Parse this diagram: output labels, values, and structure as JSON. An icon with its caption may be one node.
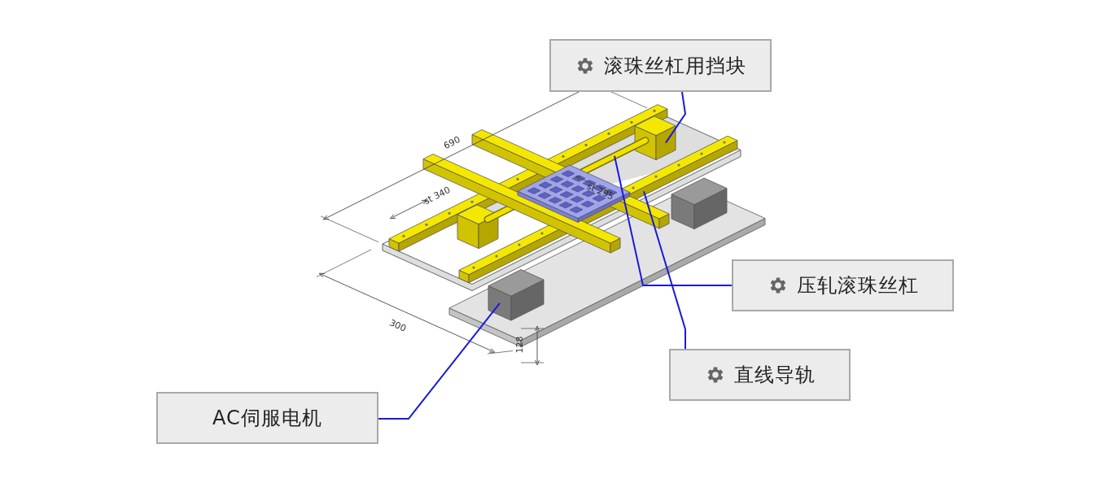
{
  "diagram": {
    "nodes": [
      {
        "text": [
          "滚珠丝杠用挡块"
        ]
      },
      {
        "text": [
          "压轧滚珠丝杠"
        ]
      },
      {
        "text": [
          "直线导轨"
        ]
      },
      {
        "text": [
          "AC伺服电机"
        ]
      },
      {
        "text": [],
        "shape": "picture"
      },
      {
        "text": [],
        "shape": "picture"
      },
      {
        "text": [],
        "shape": "picture"
      },
      {
        "text": [],
        "shape": "picture"
      }
    ],
    "edges": [
      {
        "from": 0,
        "to": 4,
        "arrow": "none"
      },
      {
        "from": 1,
        "to": 5,
        "arrow": "none"
      },
      {
        "from": 2,
        "to": 6,
        "arrow": "none"
      },
      {
        "from": 3,
        "to": 7,
        "arrow": "none"
      }
    ],
    "labels": [
      "690",
      "st 340",
      "st 295",
      "300",
      "128"
    ]
  }
}
